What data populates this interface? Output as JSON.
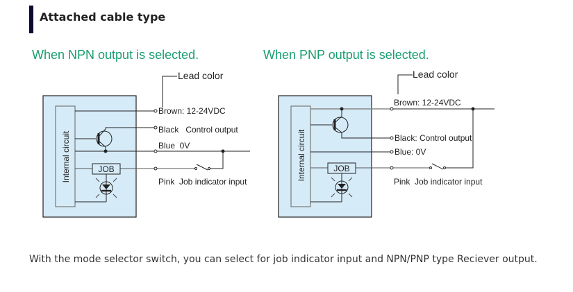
{
  "section": {
    "title": "Attached cable type"
  },
  "npn": {
    "heading": "When NPN output is selected.",
    "lead_color_label": "Lead color",
    "internal_label": "Internal circuit",
    "job_label": "JOB",
    "leads": {
      "brown": "Brown: 12-24VDC",
      "black": "Black   Control output",
      "blue": "Blue  0V",
      "pink": "Pink  Job indicator input"
    }
  },
  "pnp": {
    "heading": "When PNP output is selected.",
    "lead_color_label": "Lead color",
    "internal_label": "Internal circuit",
    "job_label": "JOB",
    "leads": {
      "brown": "Brown: 12-24VDC",
      "black": "Black: Control output",
      "blue": "Blue: 0V",
      "pink": "Pink  Job indicator input"
    }
  },
  "footer": {
    "text": "With the mode selector switch, you can select for job indicator input and NPN/PNP type Reciever output."
  },
  "colors": {
    "heading_green": "#1a9e6e",
    "box_fill": "#d6ebf8",
    "accent_bar": "#0b0b33"
  }
}
